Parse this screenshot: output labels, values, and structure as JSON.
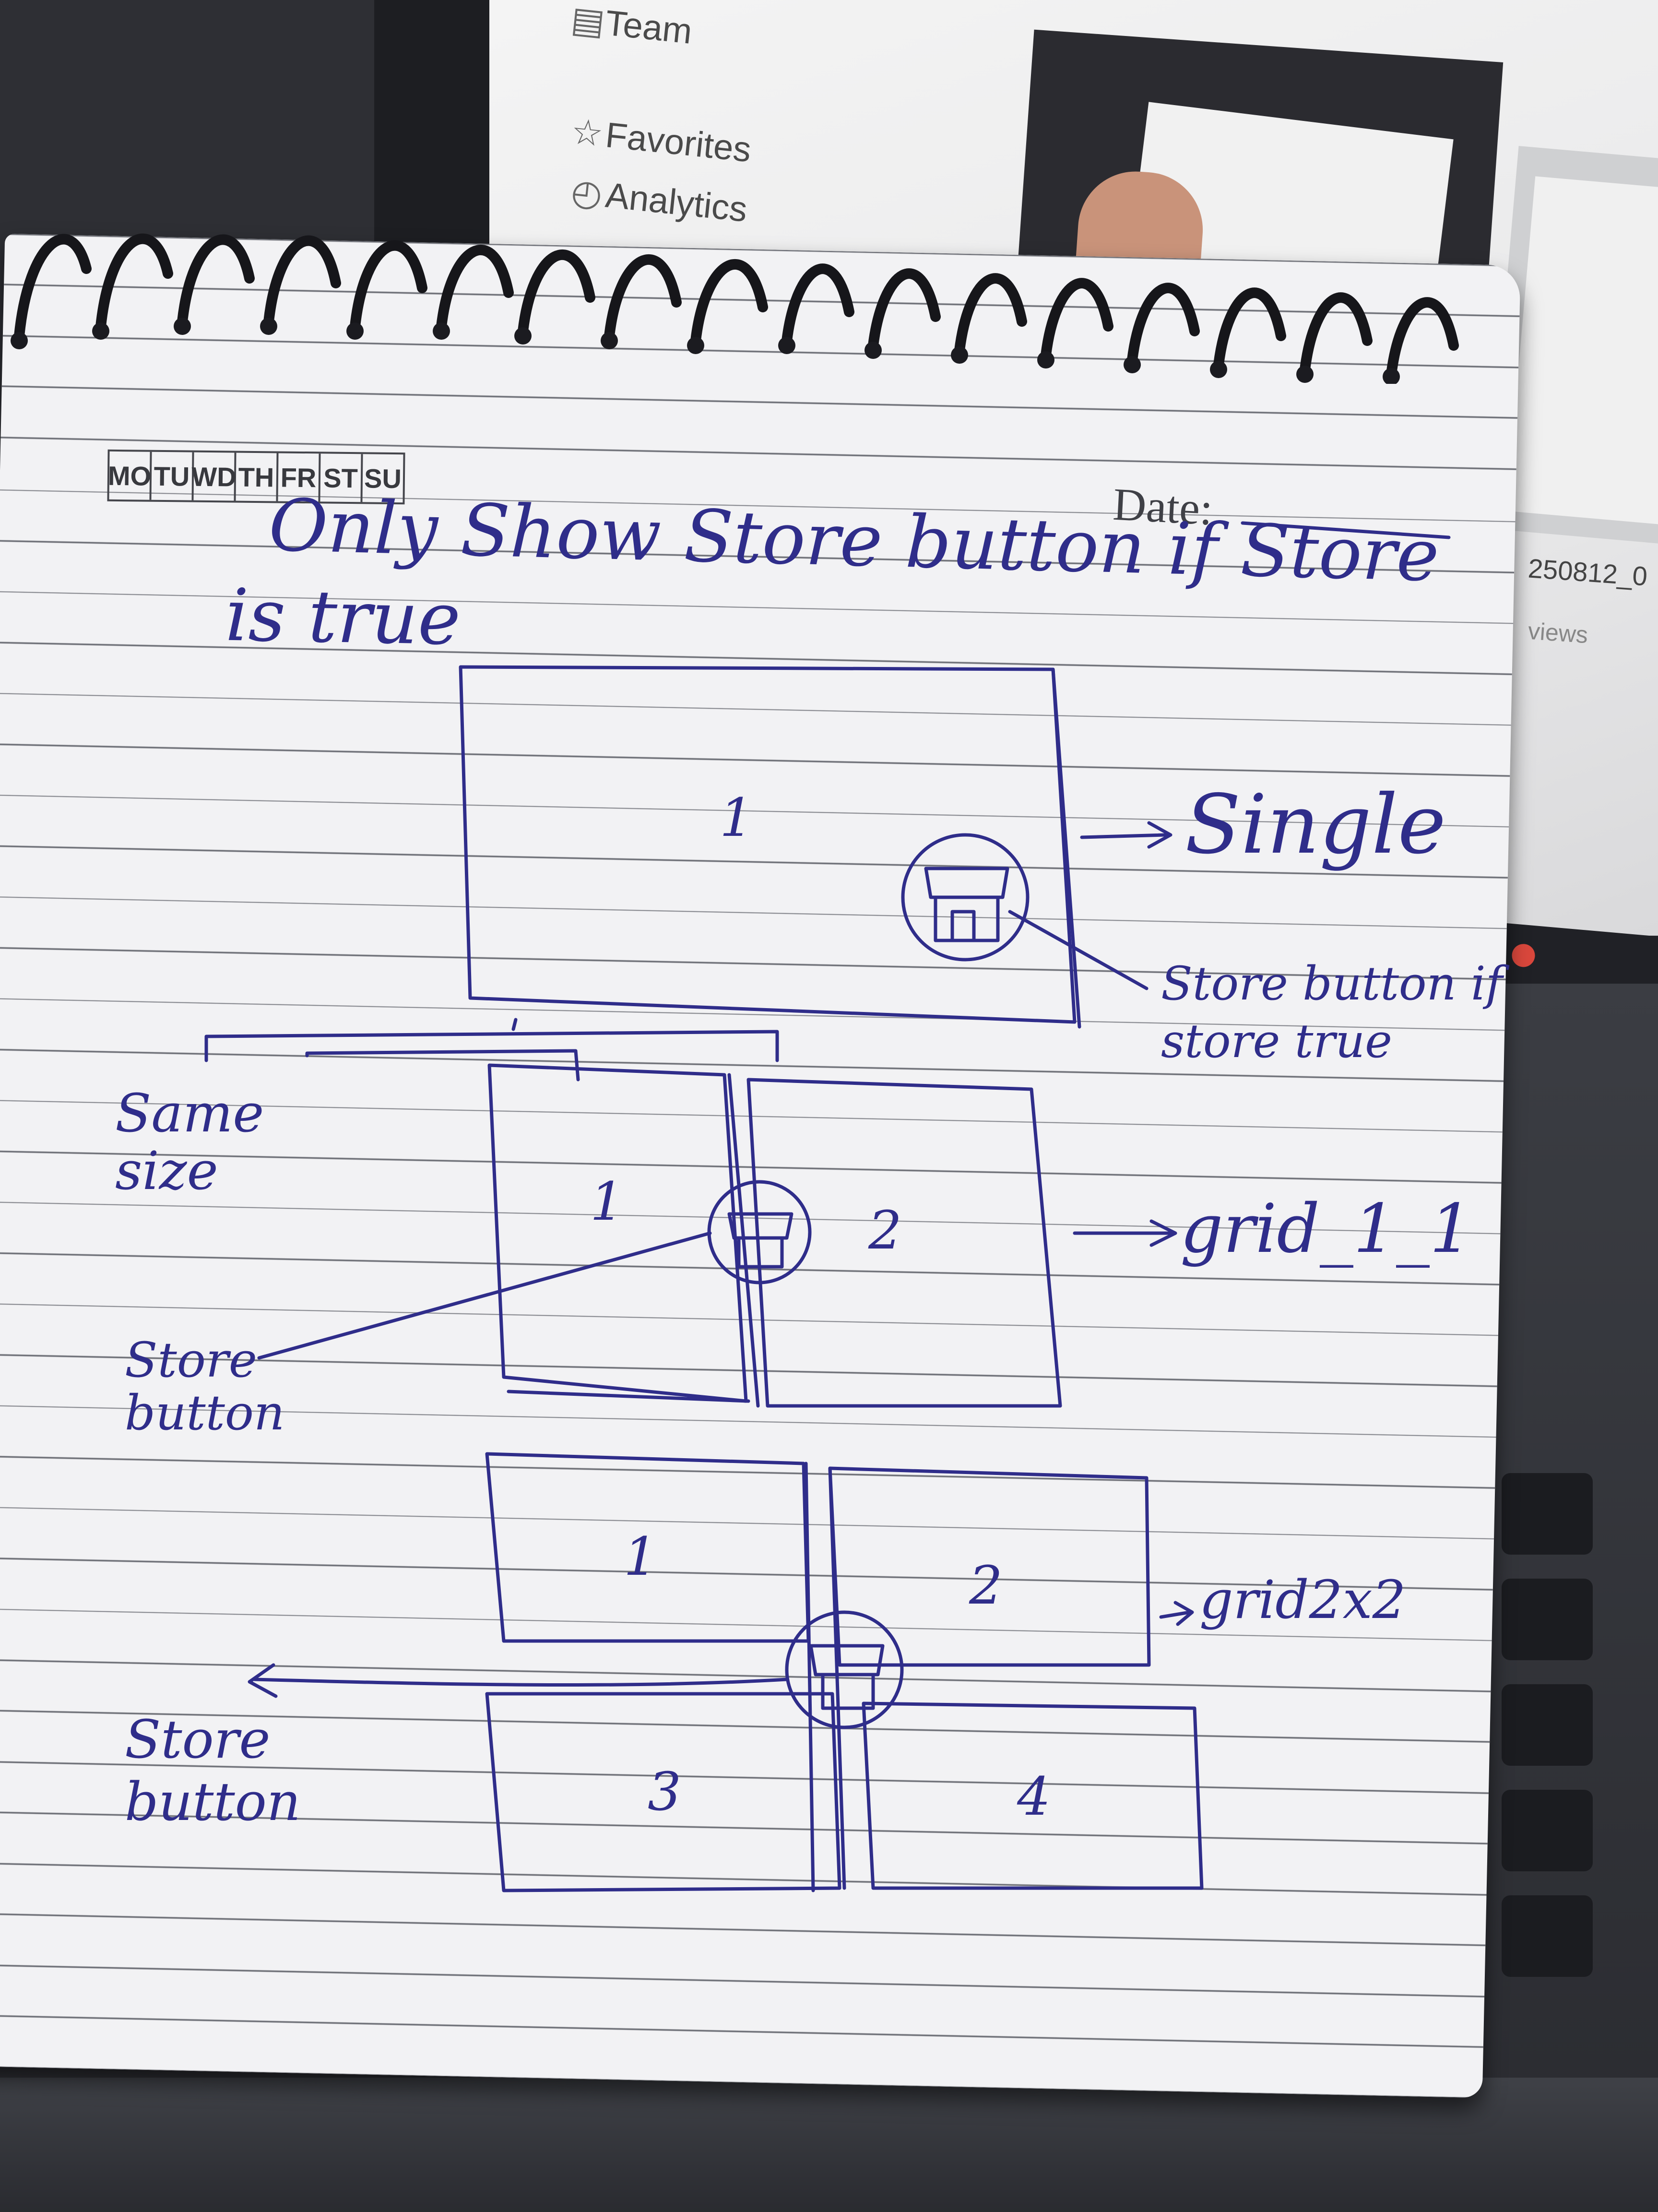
{
  "background": {
    "sidebar_items": [
      {
        "label": "Team",
        "icon": "document-icon"
      },
      {
        "label": "Favorites",
        "icon": "star-icon"
      },
      {
        "label": "Analytics",
        "icon": "chart-icon"
      }
    ],
    "thumbnail_caption": "250812_0",
    "thumbnail_views": "views"
  },
  "notebook": {
    "days": [
      "MO",
      "TU",
      "WD",
      "TH",
      "FR",
      "ST",
      "SU"
    ],
    "date_label": "Date:",
    "title_line1": "Only Show Store button if Store",
    "title_line2": "is true",
    "colors": {
      "ink": "#2f2d8a",
      "paper": "#f2f2f4",
      "rule": "#6b6d74"
    },
    "layouts": {
      "single": {
        "label": "Single",
        "panels": [
          "1"
        ],
        "store_note": "Store button if store true"
      },
      "grid_1_1": {
        "label": "grid_1_1",
        "panels": [
          "1",
          "2"
        ],
        "same_size_note": "Same size",
        "store_note": "Store button"
      },
      "grid_2x2": {
        "label": "grid2x2",
        "panels": [
          "1",
          "2",
          "3",
          "4"
        ],
        "store_note": "Store button"
      }
    }
  }
}
